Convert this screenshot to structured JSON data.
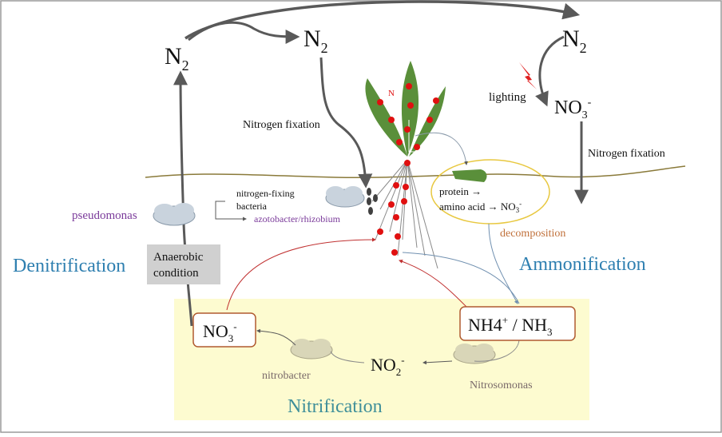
{
  "diagram": {
    "title_sections": {
      "denitrification": "Denitrification",
      "ammonification": "Ammonification",
      "nitrification": "Nitrification"
    },
    "nodes": {
      "n2_left": "N",
      "n2_mid": "N",
      "n2_right": "N",
      "n2_sub": "2",
      "no3_top": "NO",
      "no3_top_sub": "3",
      "no3_top_sup": "-",
      "no3_box": "NO",
      "no3_box_sub": "3",
      "no3_box_sup": "-",
      "no2": "NO",
      "no2_sub": "2",
      "no2_sup": "-",
      "nh4_main": "NH4",
      "nh4_sup": "+",
      "nh3_main": " / NH",
      "nh3_sub": "3",
      "plant_n": "N"
    },
    "labels": {
      "lighting": "lighting",
      "nitrogen_fixation_left": "Nitrogen fixation",
      "nitrogen_fixation_right": "Nitrogen fixation",
      "pseudomonas": "pseudomonas",
      "anaerobic_line1": "Anaerobic",
      "anaerobic_line2": "condition",
      "nfb_line1": "nitrogen-fixing",
      "nfb_line2": "bacteria",
      "azotobacter": "azotobacter/rhizobium",
      "protein_line1": "protein →",
      "protein_line2": "amino acid → NO",
      "protein_sub": "3",
      "protein_sup": "-",
      "decomposition": "decomposition",
      "nitrobacter": "nitrobacter",
      "nitrosomonas": "Nitrosomonas"
    },
    "colors": {
      "section_blue": "#2e7fb0",
      "nitrification_teal": "#3f8f9a",
      "purple_label": "#7a3a9a",
      "orange_label": "#c0703a",
      "arrow_gray": "#595959",
      "soil_line": "#8a7a3a",
      "box_border": "#b05a30",
      "nitrification_fill": "#fdfbd0",
      "leaf_green": "#5a8f3a",
      "dot_red": "#e01010",
      "cloud_fill": "#c9d3dd",
      "cloud_beige": "#d9d6b8",
      "lightning_red": "#e02020",
      "ellipse_yellow": "#e8c840",
      "anaerobic_gray": "#d0d0d0"
    }
  }
}
